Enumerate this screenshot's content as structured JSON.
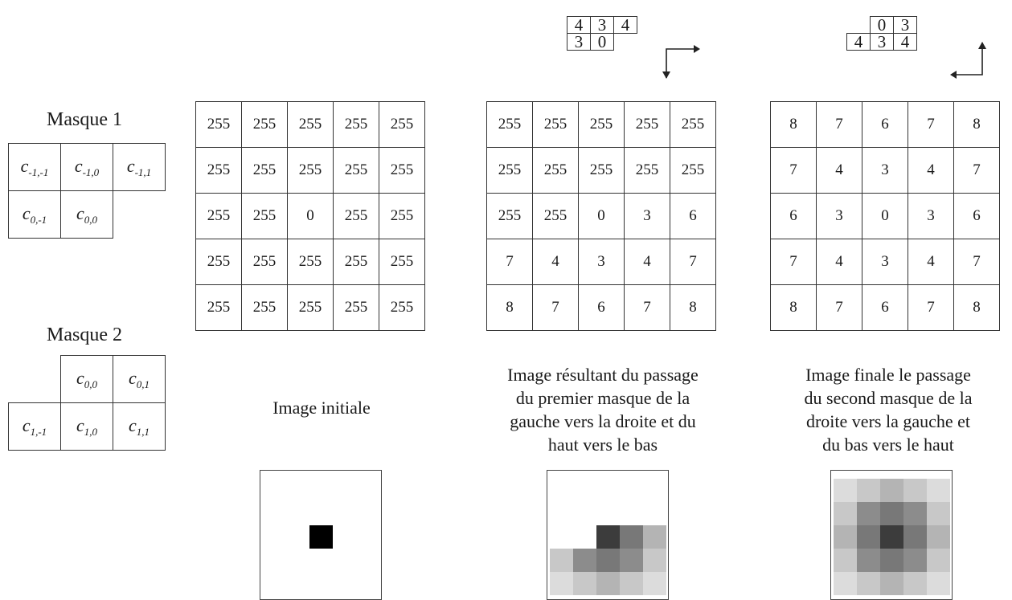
{
  "masks": {
    "mask1": {
      "title": "Masque 1",
      "rows": [
        [
          {
            "c": "c",
            "s": "-1,-1"
          },
          {
            "c": "c",
            "s": "-1,0"
          },
          {
            "c": "c",
            "s": "-1,1"
          }
        ],
        [
          {
            "c": "c",
            "s": "0,-1"
          },
          {
            "c": "c",
            "s": "0,0"
          },
          null
        ]
      ]
    },
    "mask2": {
      "title": "Masque 2",
      "rows": [
        [
          null,
          {
            "c": "c",
            "s": "0,0"
          },
          {
            "c": "c",
            "s": "0,1"
          }
        ],
        [
          {
            "c": "c",
            "s": "1,-1"
          },
          {
            "c": "c",
            "s": "1,0"
          },
          {
            "c": "c",
            "s": "1,1"
          }
        ]
      ]
    }
  },
  "weights": {
    "forward": [
      [
        "4",
        "3",
        "4"
      ],
      [
        "3",
        "0",
        null
      ]
    ],
    "backward": [
      [
        null,
        "0",
        "3"
      ],
      [
        "4",
        "3",
        "4"
      ]
    ]
  },
  "grids": {
    "initial": [
      [
        "255",
        "255",
        "255",
        "255",
        "255"
      ],
      [
        "255",
        "255",
        "255",
        "255",
        "255"
      ],
      [
        "255",
        "255",
        "0",
        "255",
        "255"
      ],
      [
        "255",
        "255",
        "255",
        "255",
        "255"
      ],
      [
        "255",
        "255",
        "255",
        "255",
        "255"
      ]
    ],
    "forward": [
      [
        "255",
        "255",
        "255",
        "255",
        "255"
      ],
      [
        "255",
        "255",
        "255",
        "255",
        "255"
      ],
      [
        "255",
        "255",
        "0",
        "3",
        "6"
      ],
      [
        "7",
        "4",
        "3",
        "4",
        "7"
      ],
      [
        "8",
        "7",
        "6",
        "7",
        "8"
      ]
    ],
    "final": [
      [
        "8",
        "7",
        "6",
        "7",
        "8"
      ],
      [
        "7",
        "4",
        "3",
        "4",
        "7"
      ],
      [
        "6",
        "3",
        "0",
        "3",
        "6"
      ],
      [
        "7",
        "4",
        "3",
        "4",
        "7"
      ],
      [
        "8",
        "7",
        "6",
        "7",
        "8"
      ]
    ]
  },
  "captions": {
    "initial": [
      "Image initiale"
    ],
    "forward": [
      "Image résultant du passage",
      "du premier masque de la",
      "gauche vers la droite et du",
      "haut vers le bas"
    ],
    "final": [
      "Image finale le passage",
      "du second masque de la",
      "droite vers la gauche et",
      "du bas vers le haut"
    ]
  }
}
